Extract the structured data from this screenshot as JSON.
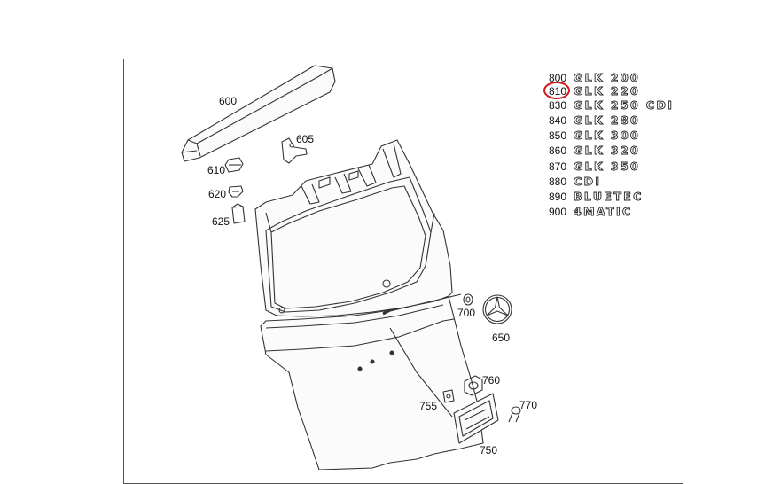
{
  "diagram": {
    "parts": [
      {
        "id": "600"
      },
      {
        "id": "605"
      },
      {
        "id": "610"
      },
      {
        "id": "620"
      },
      {
        "id": "625"
      },
      {
        "id": "650"
      },
      {
        "id": "700"
      },
      {
        "id": "750"
      },
      {
        "id": "755"
      },
      {
        "id": "760"
      },
      {
        "id": "770"
      }
    ],
    "legend": [
      {
        "code": "800",
        "model": "GLK 200"
      },
      {
        "code": "810",
        "model": "GLK 220"
      },
      {
        "code": "830",
        "model": "GLK 250 CDI"
      },
      {
        "code": "840",
        "model": "GLK 280"
      },
      {
        "code": "850",
        "model": "GLK 300"
      },
      {
        "code": "860",
        "model": "GLK 320"
      },
      {
        "code": "870",
        "model": "GLK 350"
      },
      {
        "code": "880",
        "model": "CDI"
      },
      {
        "code": "890",
        "model": "BLUETEC"
      },
      {
        "code": "900",
        "model": "4MATIC"
      }
    ],
    "highlighted_code": "810",
    "highlight_color": "#d11b1b",
    "line_color": "#333333"
  }
}
